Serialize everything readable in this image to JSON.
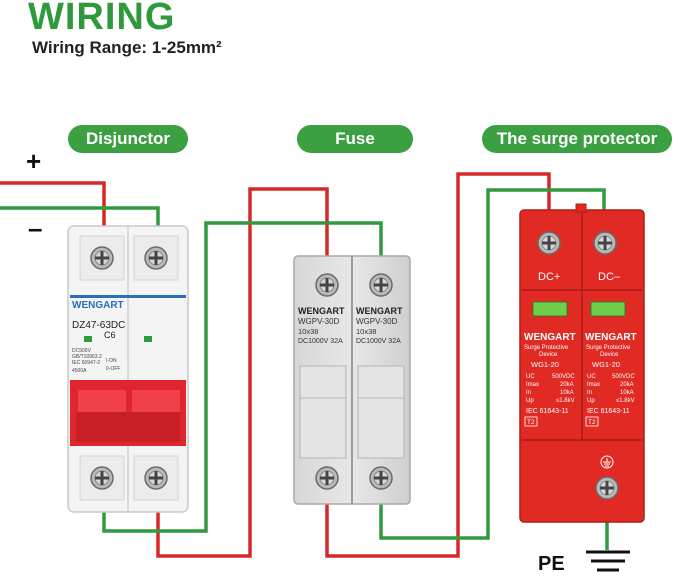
{
  "header": {
    "title": "WIRING",
    "subtitle": "Wiring Range: 1-25mm²"
  },
  "labels": {
    "disjunctor": "Disjunctor",
    "fuse": "Fuse",
    "surge_protector": "The surge protector",
    "plus": "+",
    "minus": "–",
    "pe": "PE"
  },
  "colors": {
    "accent_green": "#3aa041",
    "wire_red": "#d62828",
    "wire_green": "#2f9a3e",
    "surge_body": "#e02a23"
  },
  "disjunctor": {
    "brand": "WENGART",
    "model": "DZ47-63DC",
    "rating": "C6",
    "spec_lines": [
      "DC500V",
      "GB/T10963.2",
      "IEC 60947-2",
      "4500A"
    ],
    "on_off": [
      "I-ON",
      "0-OFF"
    ]
  },
  "fuse": {
    "left": {
      "brand": "WENGART",
      "model": "WGPV-30D",
      "size": "10x38",
      "rating": "DC1000V 32A"
    },
    "right": {
      "brand": "WENGART",
      "model": "WGPV-30D",
      "size": "10x38",
      "rating": "DC1000V 32A"
    }
  },
  "surge": {
    "terminal_left": "DC+",
    "terminal_right": "DC–",
    "left": {
      "brand": "WENGART",
      "type_line1": "Surge Protective",
      "type_line2": "Device",
      "model": "WG1-20",
      "specs": [
        [
          "UC",
          "500VDC"
        ],
        [
          "Imax",
          "20kA"
        ],
        [
          "In",
          "10kA"
        ],
        [
          "Up",
          "≤1.8kV"
        ]
      ],
      "standard": "IEC 61643-11",
      "class": "T2"
    },
    "right": {
      "brand": "WENGART",
      "type_line1": "Surge Protective",
      "type_line2": "Device",
      "model": "WG1-20",
      "specs": [
        [
          "UC",
          "500VDC"
        ],
        [
          "Imax",
          "20kA"
        ],
        [
          "In",
          "10kA"
        ],
        [
          "Up",
          "≤1.8kV"
        ]
      ],
      "standard": "IEC 61643-11",
      "class": "T2"
    }
  }
}
